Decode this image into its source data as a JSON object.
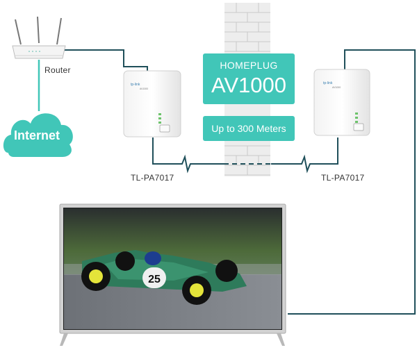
{
  "router": {
    "label": "Router"
  },
  "internet": {
    "label": "Internet"
  },
  "wall_panel": {
    "line1": "HOMEPLUG",
    "line2": "AV1000",
    "range": "Up to 300 Meters"
  },
  "adapters": [
    {
      "label": "TL-PA7017",
      "brand": "tp-link",
      "model_tiny": "AV1000"
    },
    {
      "label": "TL-PA7017",
      "brand": "tp-link",
      "model_tiny": "AV1000"
    }
  ],
  "tv": {
    "race_number": "25"
  },
  "colors": {
    "accent": "#41c6b8",
    "cable": "#1f4f5a",
    "wall": "#e6e6e6",
    "tv_frame": "#cfcfcf"
  }
}
